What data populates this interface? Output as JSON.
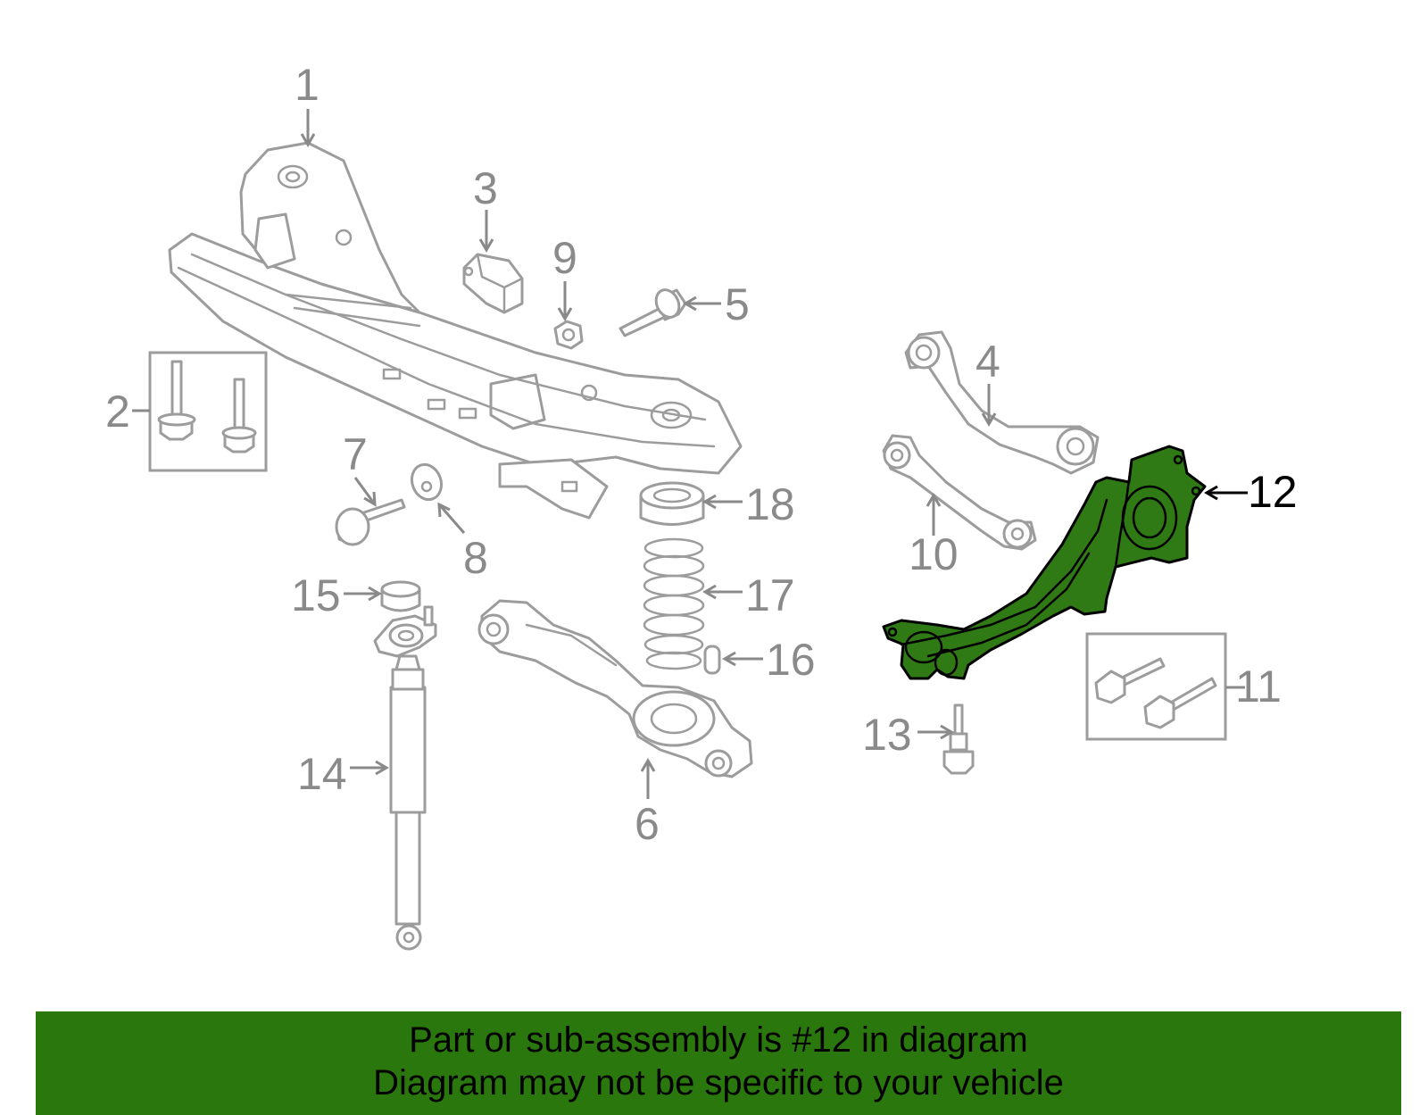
{
  "callouts": [
    {
      "id": "1",
      "text": "1"
    },
    {
      "id": "2",
      "text": "2"
    },
    {
      "id": "3",
      "text": "3"
    },
    {
      "id": "4",
      "text": "4"
    },
    {
      "id": "5",
      "text": "5"
    },
    {
      "id": "6",
      "text": "6"
    },
    {
      "id": "7",
      "text": "7"
    },
    {
      "id": "8",
      "text": "8"
    },
    {
      "id": "9",
      "text": "9"
    },
    {
      "id": "10",
      "text": "10"
    },
    {
      "id": "11",
      "text": "11"
    },
    {
      "id": "12",
      "text": "12",
      "highlighted": true
    },
    {
      "id": "13",
      "text": "13"
    },
    {
      "id": "14",
      "text": "14"
    },
    {
      "id": "15",
      "text": "15"
    },
    {
      "id": "16",
      "text": "16"
    },
    {
      "id": "17",
      "text": "17"
    },
    {
      "id": "18",
      "text": "18"
    }
  ],
  "highlighted_part": "12",
  "colors": {
    "line_art": "#9c9c9c",
    "label": "#8a8a8a",
    "highlight_fill": "#2f7a14",
    "banner_bg": "#2a780d",
    "banner_text": "#000000"
  },
  "banner": {
    "line1": "Part or sub-assembly is #12 in diagram",
    "line2": "Diagram may not be specific to your vehicle"
  }
}
